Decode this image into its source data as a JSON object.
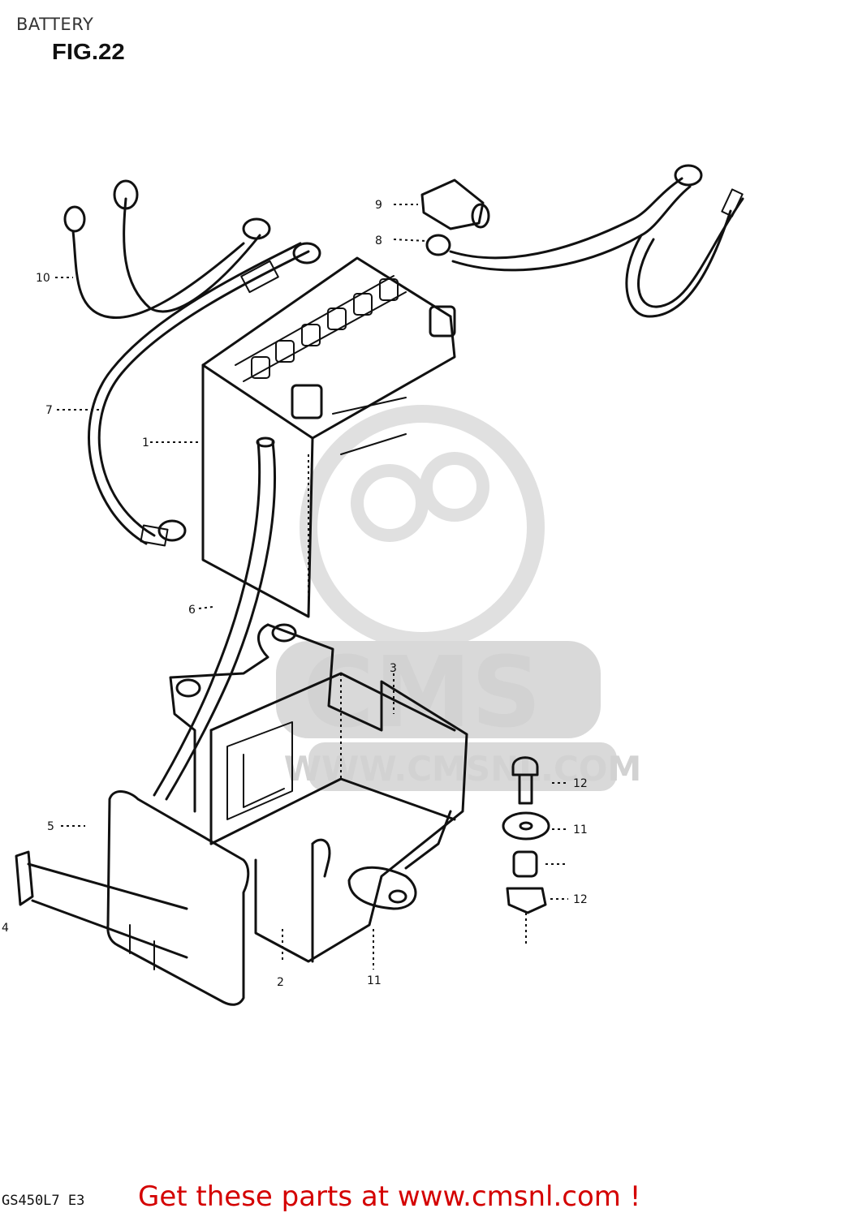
{
  "header": {
    "title": "BATTERY",
    "figure": "FIG.22"
  },
  "callouts": [
    {
      "id": "1",
      "label": "1"
    },
    {
      "id": "2",
      "label": "2"
    },
    {
      "id": "3",
      "label": "3"
    },
    {
      "id": "4",
      "label": "4"
    },
    {
      "id": "5",
      "label": "5"
    },
    {
      "id": "6",
      "label": "6"
    },
    {
      "id": "7",
      "label": "7"
    },
    {
      "id": "8",
      "label": "8"
    },
    {
      "id": "9",
      "label": "9"
    },
    {
      "id": "10",
      "label": "10"
    },
    {
      "id": "11a",
      "label": "11"
    },
    {
      "id": "11b",
      "label": "11"
    },
    {
      "id": "12a",
      "label": "12"
    },
    {
      "id": "12b",
      "label": "12"
    }
  ],
  "watermark": {
    "brand": "CMS",
    "url": "WWW.CMSNL.COM"
  },
  "footer": {
    "model_code": "GS450L7 E3",
    "cta": "Get these parts at www.cmsnl.com !"
  },
  "colors": {
    "cta": "#d40000",
    "line": "#111111",
    "watermark": "#d2d2d2"
  }
}
